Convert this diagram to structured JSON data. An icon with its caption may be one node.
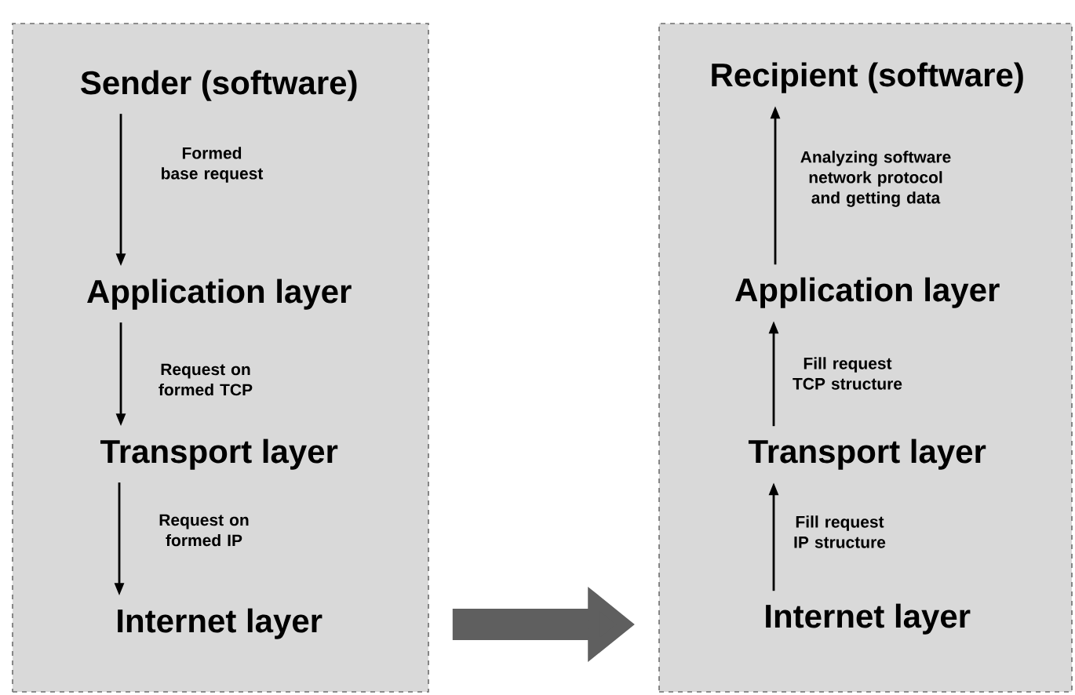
{
  "diagram": {
    "nodes": [
      {
        "text": [],
        "shape": "box"
      },
      {
        "text": [
          "Sender (software)"
        ],
        "in": 0
      },
      {
        "text": [
          "Application layer"
        ],
        "in": 0
      },
      {
        "text": [
          "Transport layer"
        ],
        "in": 0
      },
      {
        "text": [
          "Internet layer"
        ],
        "in": 0
      },
      {
        "text": [],
        "shape": "box"
      },
      {
        "text": [
          "Recipient (software)"
        ],
        "in": 5
      },
      {
        "text": [
          "Application layer"
        ],
        "in": 5
      },
      {
        "text": [
          "Transport layer"
        ],
        "in": 5
      },
      {
        "text": [
          "Internet layer"
        ],
        "in": 5
      }
    ],
    "edges": [
      {
        "from": 1,
        "to": 2,
        "arrow": "to",
        "label": "Formed base request"
      },
      {
        "from": 2,
        "to": 3,
        "arrow": "to",
        "label": "Request on formed TCP"
      },
      {
        "from": 3,
        "to": 4,
        "arrow": "to",
        "label": "Request on formed IP"
      },
      {
        "from": 9,
        "to": 8,
        "arrow": "to",
        "label": "Fill request IP structure"
      },
      {
        "from": 8,
        "to": 7,
        "arrow": "to",
        "label": "Fill request TCP structure"
      },
      {
        "from": 7,
        "to": 6,
        "arrow": "to",
        "label": "Analyzing software network protocol and getting data"
      },
      {
        "from": 0,
        "to": 5,
        "arrow": "to",
        "style": "thick",
        "color": "#5f5f5f"
      }
    ]
  }
}
